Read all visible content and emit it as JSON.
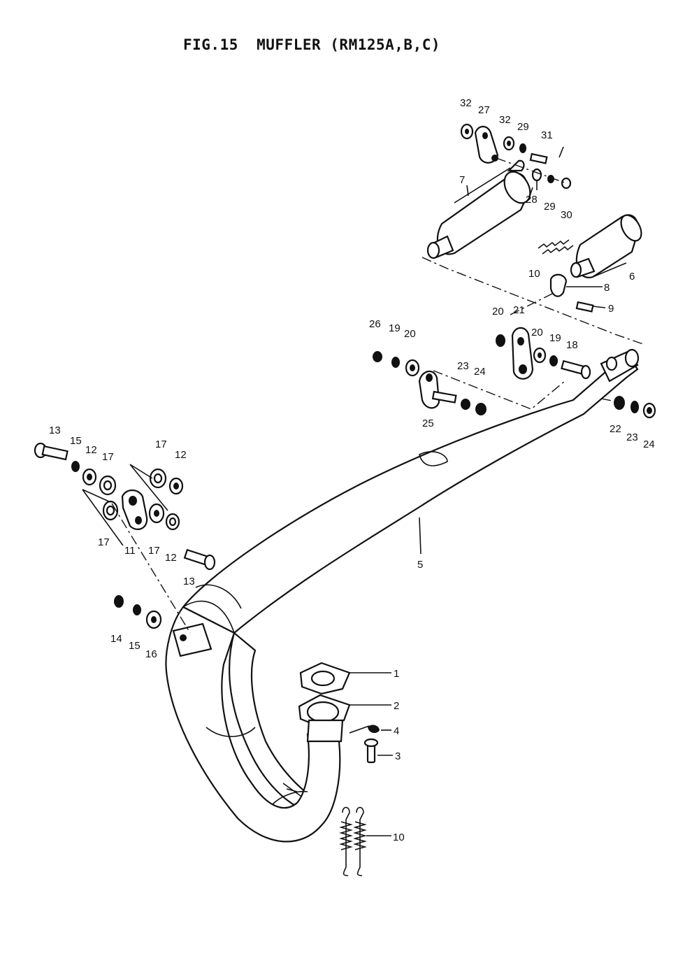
{
  "figure": {
    "title": "FIG.15  MUFFLER (RM125A,B,C)"
  },
  "callouts": {
    "c1": "1",
    "c2": "2",
    "c3": "3",
    "c4": "4",
    "c5": "5",
    "c6": "6",
    "c7": "7",
    "c8": "8",
    "c9": "9",
    "c10a": "10",
    "c10b": "10",
    "c11": "11",
    "c12a": "12",
    "c12b": "12",
    "c12c": "12",
    "c13a": "13",
    "c13b": "13",
    "c14": "14",
    "c15a": "15",
    "c15b": "15",
    "c16": "16",
    "c17a": "17",
    "c17b": "17",
    "c17c": "17",
    "c17d": "17",
    "c18": "18",
    "c19a": "19",
    "c19b": "19",
    "c20a": "20",
    "c20b": "20",
    "c20c": "20",
    "c21": "21",
    "c22": "22",
    "c23a": "23",
    "c23b": "23",
    "c24a": "24",
    "c24b": "24",
    "c25": "25",
    "c26": "26",
    "c27": "27",
    "c28": "28",
    "c29a": "29",
    "c29b": "29",
    "c30": "30",
    "c31": "31",
    "c32a": "32",
    "c32b": "32"
  }
}
